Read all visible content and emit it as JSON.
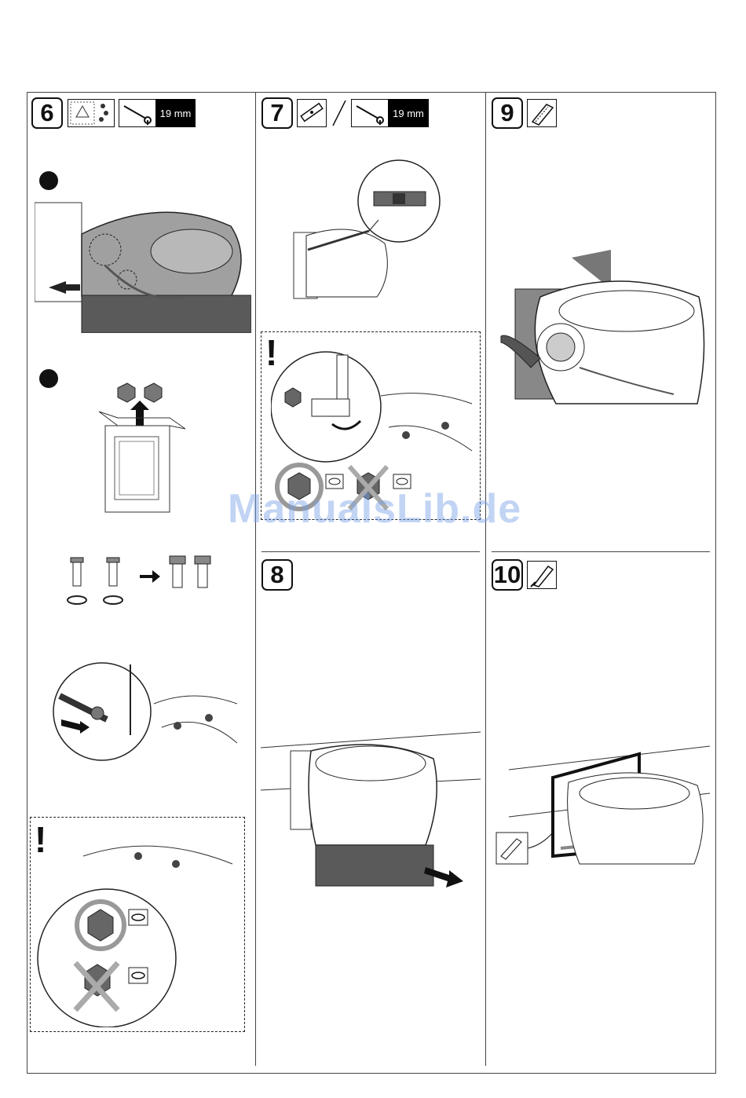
{
  "steps": {
    "s6": {
      "number": "6",
      "tool_size": "19 mm"
    },
    "s7": {
      "number": "7",
      "tool_size": "19 mm"
    },
    "s8": {
      "number": "8"
    },
    "s9": {
      "number": "9"
    },
    "s10": {
      "number": "10"
    }
  },
  "warning_symbol": "!",
  "watermark": "ManualsLib.de",
  "colors": {
    "toilet_fill": "#a0a0a0",
    "dark_fill": "#5a5a5a",
    "line": "#222222",
    "watermark": "#9bb8ec"
  }
}
